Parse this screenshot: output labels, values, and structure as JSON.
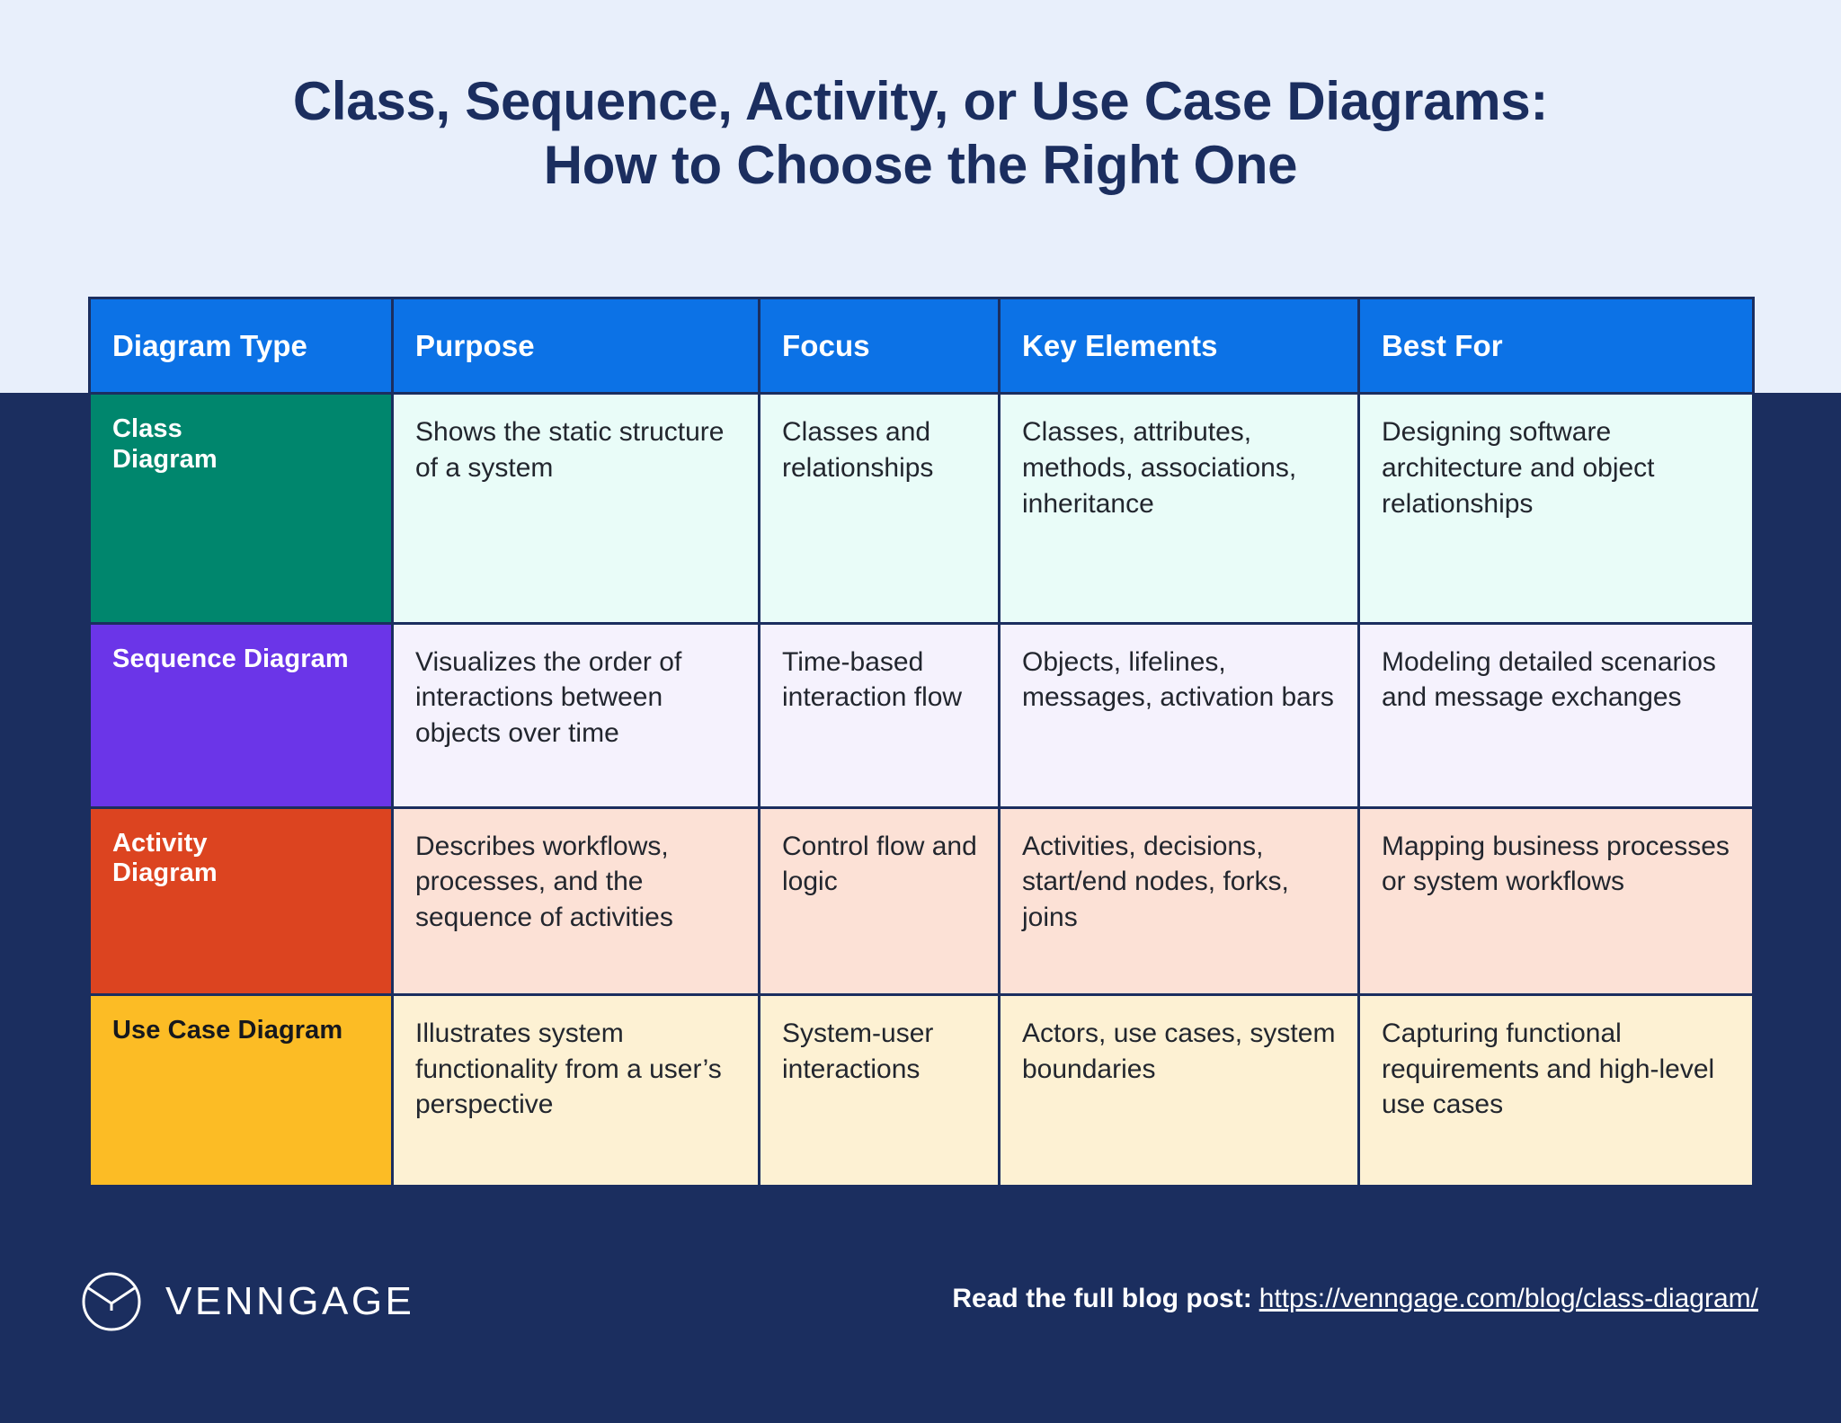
{
  "title": {
    "line1": "Class, Sequence, Activity, or Use Case Diagrams:",
    "line2": "How to Choose the Right One"
  },
  "colors": {
    "background_top": "#e8effb",
    "background_bottom": "#1b2e5f",
    "header_blue": "#0c72e6",
    "class_green": "#00866d",
    "sequence_purple": "#6b35e8",
    "activity_orange": "#dc4420",
    "usecase_yellow": "#fcbc25",
    "title_navy": "#1b2e5f"
  },
  "table": {
    "headers": [
      "Diagram Type",
      "Purpose",
      "Focus",
      "Key Elements",
      "Best For"
    ],
    "rows": [
      {
        "type": "Class\nDiagram",
        "purpose": "Shows the static structure of a system",
        "focus": "Classes and relationships",
        "key_elements": "Classes, attributes, methods, associations, inheritance",
        "best_for": "Designing software architecture and object relationships"
      },
      {
        "type": "Sequence Diagram",
        "purpose": "Visualizes the order of interactions between objects over time",
        "focus": "Time-based interaction flow",
        "key_elements": "Objects, lifelines, messages, activation bars",
        "best_for": "Modeling detailed scenarios and message exchanges"
      },
      {
        "type": "Activity\nDiagram",
        "purpose": "Describes workflows, processes, and the sequence of activities",
        "focus": "Control flow and logic",
        "key_elements": "Activities, decisions, start/end nodes, forks, joins",
        "best_for": "Mapping business processes or system workflows"
      },
      {
        "type": "Use Case Diagram",
        "purpose": "Illustrates system functionality from a user’s perspective",
        "focus": "System-user interactions",
        "key_elements": "Actors, use cases, system boundaries",
        "best_for": "Capturing functional requirements and high-level use cases"
      }
    ]
  },
  "footer": {
    "logo_text": "VENNGAGE",
    "blog_label": "Read the full blog post:",
    "blog_url": "https://venngage.com/blog/class-diagram/"
  }
}
